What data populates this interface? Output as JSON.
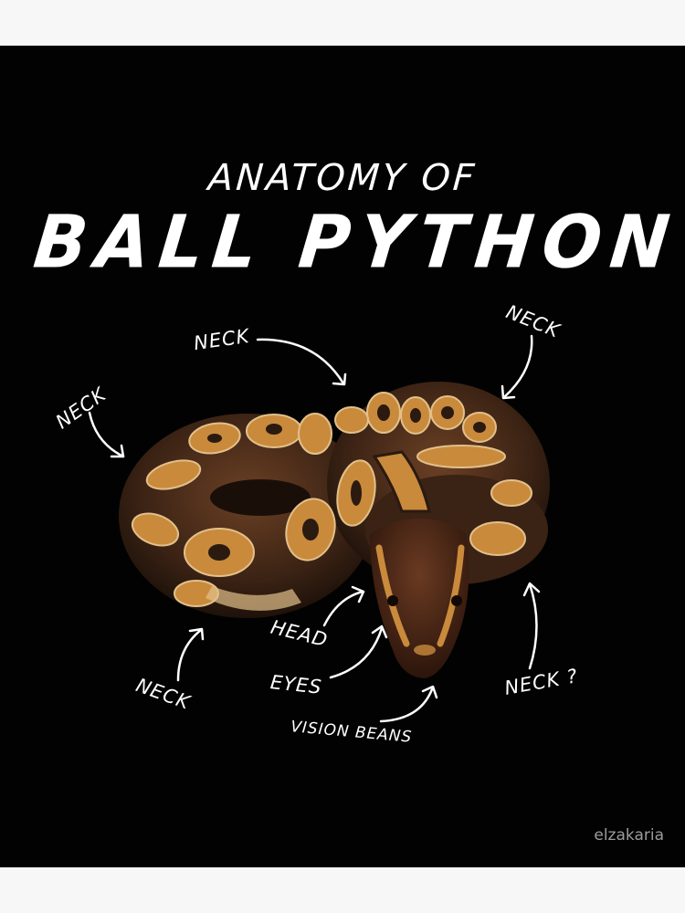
{
  "poster": {
    "frame_color": "#f7f7f7",
    "background_color": "#020202",
    "title_line1": "ANATOMY OF",
    "title_line2": "BALL PYTHON",
    "image_subject": "coiled ball python photo",
    "snake_colors": {
      "dark": "#2a1a10",
      "tan": "#c98a3c",
      "light": "#e2c08a",
      "head": "#4a2414"
    }
  },
  "annotations": [
    {
      "id": "neck-top-left",
      "text": "NECK"
    },
    {
      "id": "neck-top-center",
      "text": "NECK"
    },
    {
      "id": "neck-top-right",
      "text": "NECK"
    },
    {
      "id": "neck-bottom-left",
      "text": "NECK"
    },
    {
      "id": "head",
      "text": "HEAD"
    },
    {
      "id": "eyes",
      "text": "EYES"
    },
    {
      "id": "vision-beans",
      "text": "VISION BEANS"
    },
    {
      "id": "neck-bottom-right",
      "text": "NECK ?"
    }
  ],
  "watermark": "elzakaria"
}
